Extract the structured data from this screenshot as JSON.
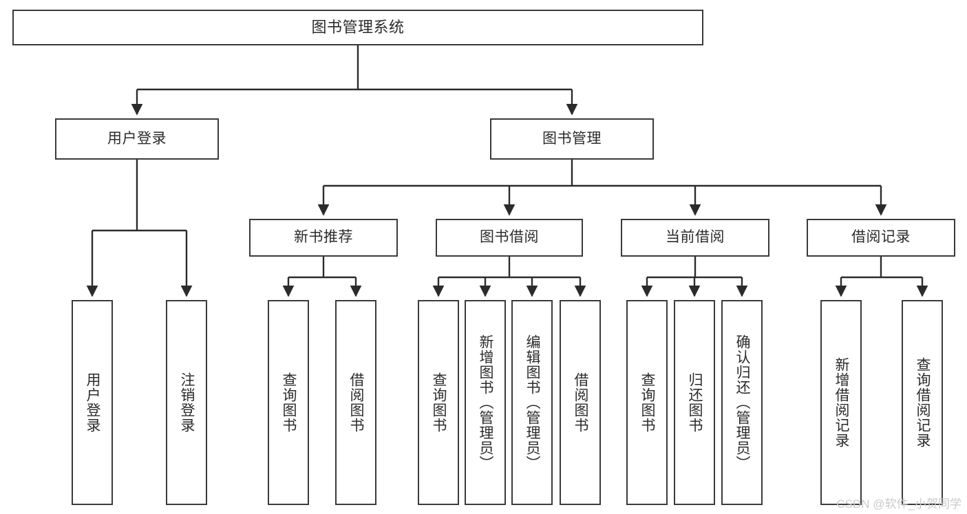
{
  "diagram": {
    "type": "tree-hierarchy",
    "title": "图书管理系统",
    "watermark": "CSDN @软件_小贺同学",
    "colors": {
      "box_border": "#3a3a3a",
      "box_fill": "#ffffff",
      "connector": "#2b2b2b",
      "text": "#2b2b2b",
      "watermark": "#c9c9c9",
      "background": "#ffffff"
    },
    "nodes": {
      "root": {
        "label": "图书管理系统",
        "level": 1,
        "orientation": "horizontal"
      },
      "l2": [
        {
          "id": "user-login",
          "label": "用户登录",
          "level": 2,
          "orientation": "horizontal"
        },
        {
          "id": "book-manage",
          "label": "图书管理",
          "level": 2,
          "orientation": "horizontal"
        }
      ],
      "l3": [
        {
          "id": "new-book-recommend",
          "label": "新书推荐",
          "level": 3,
          "orientation": "horizontal"
        },
        {
          "id": "book-borrow",
          "label": "图书借阅",
          "level": 3,
          "orientation": "horizontal"
        },
        {
          "id": "current-borrow",
          "label": "当前借阅",
          "level": 3,
          "orientation": "horizontal"
        },
        {
          "id": "borrow-record",
          "label": "借阅记录",
          "level": 3,
          "orientation": "horizontal"
        }
      ],
      "leaves": {
        "user_login": [
          {
            "id": "leaf-user-login",
            "label": "用户登录"
          },
          {
            "id": "leaf-logout-login",
            "label": "注销登录"
          }
        ],
        "new_book_recommend": [
          {
            "id": "leaf-query-book-1",
            "label": "查询图书"
          },
          {
            "id": "leaf-borrow-book-1",
            "label": "借阅图书"
          }
        ],
        "book_borrow": [
          {
            "id": "leaf-query-book-2",
            "label": "查询图书"
          },
          {
            "id": "leaf-add-book",
            "label": "新增图书（管理员）"
          },
          {
            "id": "leaf-edit-book",
            "label": "编辑图书（管理员）"
          },
          {
            "id": "leaf-borrow-book-2",
            "label": "借阅图书"
          }
        ],
        "current_borrow": [
          {
            "id": "leaf-query-book-3",
            "label": "查询图书"
          },
          {
            "id": "leaf-return-book",
            "label": "归还图书"
          },
          {
            "id": "leaf-confirm-return",
            "label": "确认归还（管理员）"
          }
        ],
        "borrow_record": [
          {
            "id": "leaf-add-record",
            "label": "新增借阅记录"
          },
          {
            "id": "leaf-query-record",
            "label": "查询借阅记录"
          }
        ]
      }
    }
  }
}
